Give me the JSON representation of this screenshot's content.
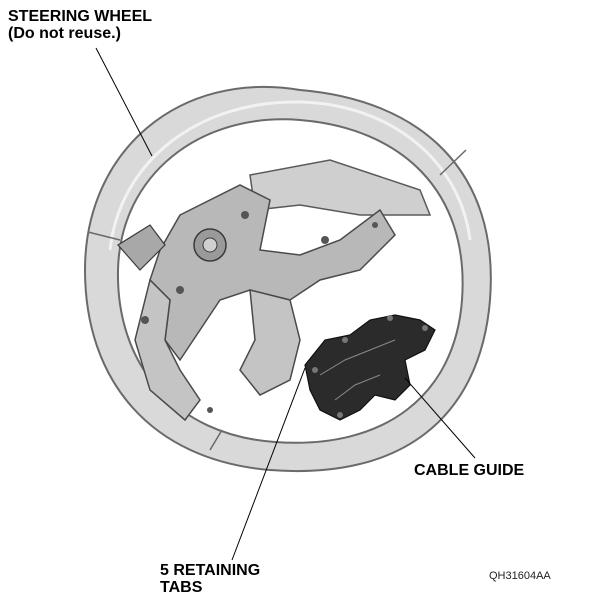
{
  "labels": {
    "steering_wheel": "STEERING WHEEL\n(Do not reuse.)",
    "cable_guide": "CABLE GUIDE",
    "retaining_tabs": "5 RETAINING\nTABS"
  },
  "figure_code": "QH31604AA",
  "colors": {
    "wheel_fill": "#d9d9d9",
    "wheel_stroke": "#6a6a6a",
    "frame_fill": "#b8b8b8",
    "guide_fill": "#2b2b2b",
    "leader": "#000000"
  }
}
